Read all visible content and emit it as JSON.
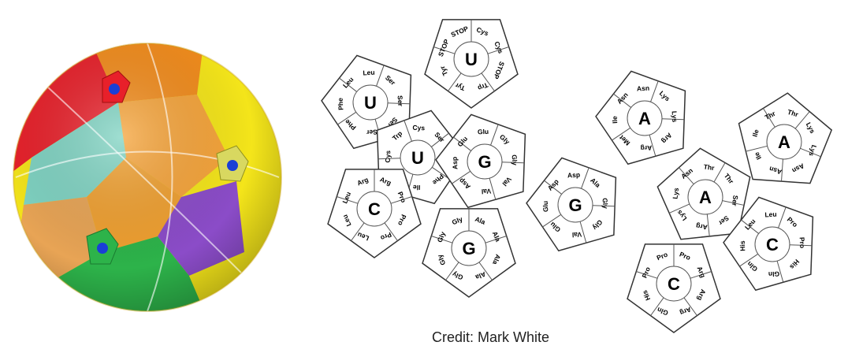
{
  "credit": "Credit: Mark White",
  "colors": {
    "red": "#e8202a",
    "orange": "#f28c1c",
    "yellow": "#f4e51a",
    "green": "#2db34a",
    "teal": "#7fd3c2",
    "purple": "#8b4cc8",
    "tan": "#e8a455",
    "blue_marker": "#1a3fd6"
  },
  "net": {
    "faces": [
      {
        "center": "U",
        "codons": [
          "Tyr",
          "Tyr",
          "STOP",
          "STOP",
          "Cys",
          "Cys",
          "STOP",
          "Trp"
        ]
      },
      {
        "center": "U",
        "codons": [
          "Phe",
          "Phe",
          "Leu",
          "Leu",
          "Ser",
          "Ser",
          "Ser",
          "Ser"
        ]
      },
      {
        "center": "U",
        "codons": [
          "Ile",
          "Ile",
          "Cys",
          "Trp",
          "Cys",
          "Ser",
          "Ser",
          "Phe"
        ]
      },
      {
        "center": "G",
        "codons": [
          "Asp",
          "Asp",
          "Glu",
          "Glu",
          "Gly",
          "Gly",
          "Val",
          "Val"
        ]
      },
      {
        "center": "C",
        "codons": [
          "Leu",
          "Leu",
          "Leu",
          "Arg",
          "Arg",
          "Pro",
          "Pro",
          "Pro"
        ]
      },
      {
        "center": "G",
        "codons": [
          "Gly",
          "Gly",
          "Gly",
          "Gly",
          "Ala",
          "Ala",
          "Ala",
          "Ala"
        ]
      },
      {
        "center": "G",
        "codons": [
          "Glu",
          "Glu",
          "Asp",
          "Asp",
          "Ala",
          "Gly",
          "Gly",
          "Val"
        ]
      },
      {
        "center": "A",
        "codons": [
          "Met",
          "Ile",
          "Asn",
          "Asn",
          "Lys",
          "Lys",
          "Arg",
          "Arg"
        ]
      },
      {
        "center": "A",
        "codons": [
          "Ile",
          "Ile",
          "Thr",
          "Thr",
          "Lys",
          "Lys",
          "Asn",
          "Asn"
        ]
      },
      {
        "center": "A",
        "codons": [
          "Lys",
          "Lys",
          "Asn",
          "Thr",
          "Thr",
          "Ser",
          "Ser",
          "Arg"
        ]
      },
      {
        "center": "C",
        "codons": [
          "Gln",
          "His",
          "Leu",
          "Leu",
          "Pro",
          "Pro",
          "His",
          "Gln"
        ]
      },
      {
        "center": "C",
        "codons": [
          "Gln",
          "His",
          "Pro",
          "Pro",
          "Pro",
          "Arg",
          "Arg",
          "Arg"
        ]
      }
    ]
  }
}
